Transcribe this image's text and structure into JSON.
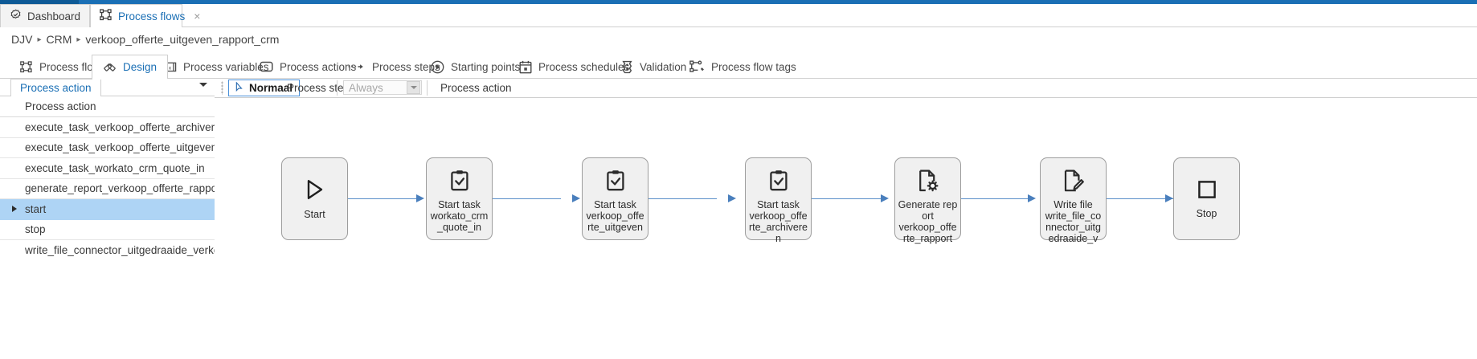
{
  "window": {
    "tabs": [
      {
        "label": "Dashboard",
        "icon": "dashboard-badge-icon",
        "active": false,
        "close": "×"
      },
      {
        "label": "Process flows",
        "icon": "process-flow-icon",
        "active": true,
        "close": "×"
      }
    ]
  },
  "breadcrumb": {
    "separator": "▸",
    "items": [
      "DJV",
      "CRM",
      "verkoop_offerte_uitgeven_rapport_crm"
    ]
  },
  "ribbon": {
    "tabs": [
      {
        "label": "Process flows",
        "icon": "process-flow-icon",
        "active": false
      },
      {
        "label": "Design",
        "icon": "design-icon",
        "active": true
      },
      {
        "label": "Process variables",
        "icon": "variables-icon",
        "active": false
      },
      {
        "label": "Process actions",
        "icon": "rounded-square-icon",
        "active": false
      },
      {
        "label": "Process steps",
        "icon": "dotted-arrow-icon",
        "active": false
      },
      {
        "label": "Starting points",
        "icon": "play-circle-icon",
        "active": false
      },
      {
        "label": "Process schedules",
        "icon": "calendar-icon",
        "active": false
      },
      {
        "label": "Validation",
        "icon": "traffic-light-icon",
        "active": false
      },
      {
        "label": "Process flow tags",
        "icon": "flow-tag-icon",
        "active": false
      }
    ]
  },
  "left_panel": {
    "tab_label": "Process action",
    "column_header": "Process action",
    "items": [
      {
        "label": "execute_task_verkoop_offerte_archiveren",
        "selected": false,
        "expandable": false
      },
      {
        "label": "execute_task_verkoop_offerte_uitgeven",
        "selected": false,
        "expandable": false
      },
      {
        "label": "execute_task_workato_crm_quote_in",
        "selected": false,
        "expandable": false
      },
      {
        "label": "generate_report_verkoop_offerte_rapport",
        "selected": false,
        "expandable": false
      },
      {
        "label": "start",
        "selected": true,
        "expandable": true
      },
      {
        "label": "stop",
        "selected": false,
        "expandable": false
      },
      {
        "label": "write_file_connector_uitgedraaide_verkoop_offertes",
        "selected": false,
        "expandable": false
      }
    ]
  },
  "design_toolbar": {
    "mode_button": "Normaal",
    "mode_icon": "cursor-arrow-icon",
    "process_step_label": "Process step",
    "condition_value": "Always",
    "process_action_label": "Process action"
  },
  "diagram": {
    "nodes": [
      {
        "id": "start",
        "icon": "play-icon",
        "label": "Start"
      },
      {
        "id": "task_quote",
        "icon": "clipboard-check-icon",
        "label": "Start task\nworkato_crm_quote_in"
      },
      {
        "id": "task_uitgev",
        "icon": "clipboard-check-icon",
        "label": "Start task\nverkoop_offerte_uitgeven"
      },
      {
        "id": "task_archiv",
        "icon": "clipboard-check-icon",
        "label": "Start task\nverkoop_offerte_archiveren"
      },
      {
        "id": "gen_report",
        "icon": "report-gear-icon",
        "label": "Generate report\nverkoop_offerte_rapport"
      },
      {
        "id": "write_file",
        "icon": "write-file-icon",
        "label": "Write file\nwrite_file_connector_uitgedraaide_v"
      },
      {
        "id": "stop",
        "icon": "stop-icon",
        "label": "Stop"
      }
    ]
  },
  "colors": {
    "accent": "#1a6fb5",
    "selection": "#aed4f5",
    "edge": "#5b8fc9",
    "node_fill": "#f0f0f0",
    "node_border": "#9d9d9d"
  }
}
